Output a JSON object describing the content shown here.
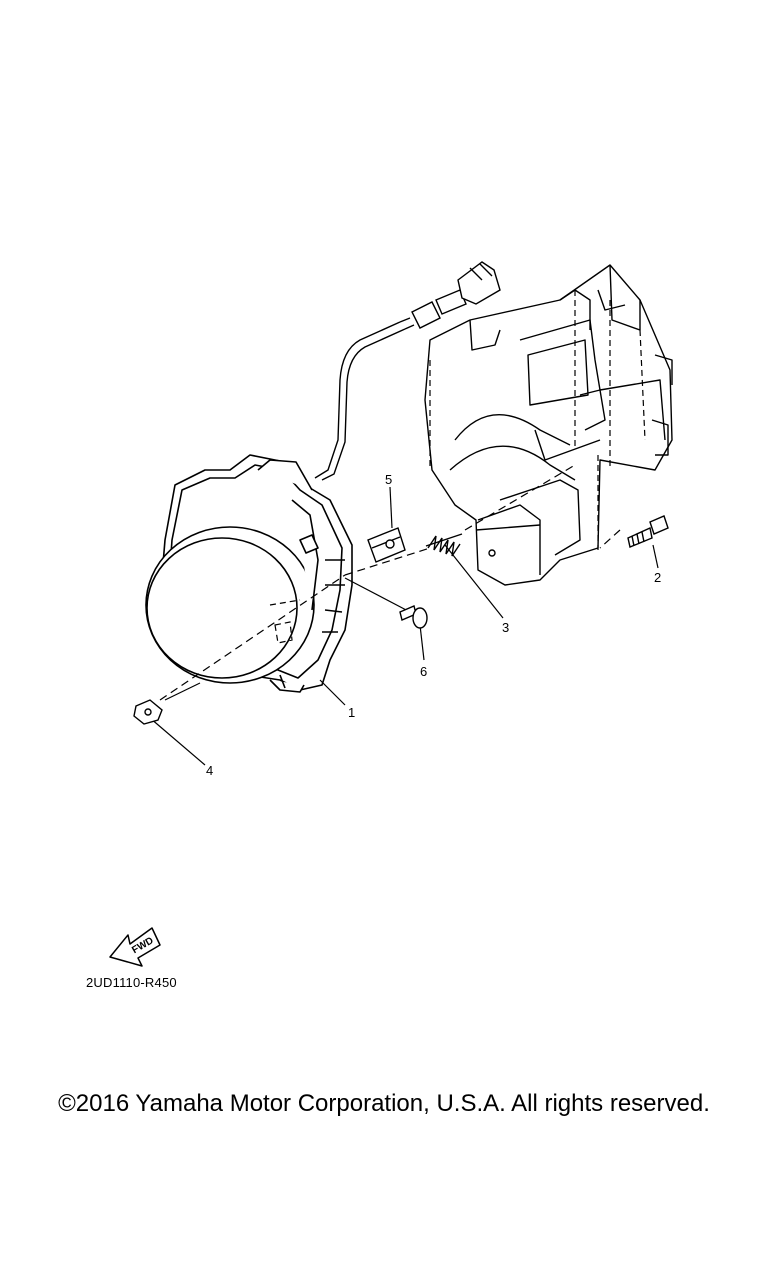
{
  "diagram": {
    "callouts": [
      {
        "number": "1"
      },
      {
        "number": "2"
      },
      {
        "number": "3"
      },
      {
        "number": "4"
      },
      {
        "number": "5"
      },
      {
        "number": "6"
      }
    ],
    "fwd_label": "FWD",
    "diagram_code": "2UD1110-R450"
  },
  "footer": {
    "copyright": "©2016 Yamaha Motor Corporation, U.S.A. All rights reserved."
  }
}
